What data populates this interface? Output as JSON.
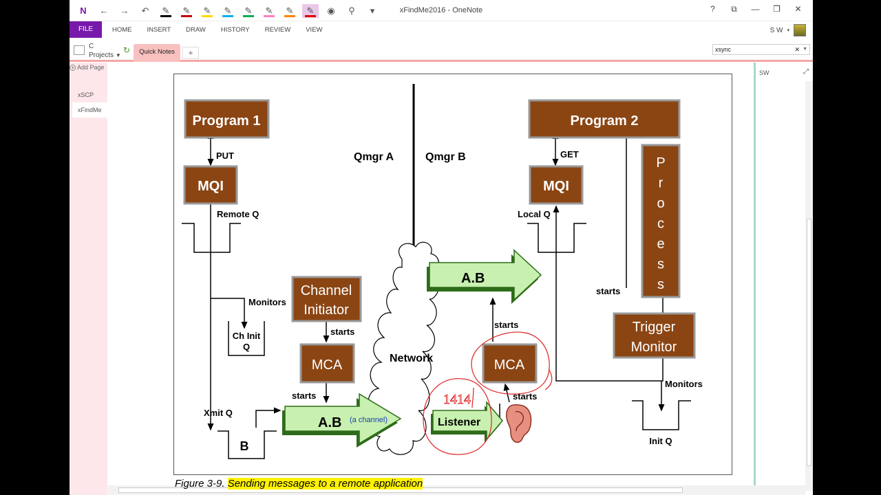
{
  "window": {
    "title": "xFindMe2016 - OneNote",
    "controls": [
      "?",
      "⧉",
      "—",
      "❐",
      "✕"
    ]
  },
  "qat": {
    "pen_colors": [
      "#000000",
      "#c00000",
      "#ffd800",
      "#00b0f0",
      "#00b050",
      "#ff7fbf",
      "#ff8000",
      "#e00000"
    ]
  },
  "ribbon": {
    "file": "FILE",
    "tabs": [
      "HOME",
      "INSERT",
      "DRAW",
      "HISTORY",
      "REVIEW",
      "VIEW"
    ],
    "user": "S W",
    "accent": "#7719aa"
  },
  "notebook": {
    "name": "C",
    "sub": "Projects",
    "section": "Quick Notes",
    "add_tab": "+",
    "search_value": "xsync"
  },
  "pages": {
    "add": "Add Page",
    "items": [
      "xSCP",
      "xFindMe"
    ],
    "selected": 1
  },
  "side_panel": {
    "label": "SW"
  },
  "diagram": {
    "program1": "Program 1",
    "program2": "Program 2",
    "put": "PUT",
    "get": "GET",
    "mqi": "MQI",
    "qmgr_a": "Qmgr A",
    "qmgr_b": "Qmgr B",
    "remote_q": "Remote Q",
    "local_q": "Local Q",
    "monitors": "Monitors",
    "ch_init_1": "Ch Init",
    "ch_init_2": "Q",
    "channel_initiator_1": "Channel",
    "channel_initiator_2": "Initiator",
    "starts": "starts",
    "mca": "MCA",
    "network": "Network",
    "ab": "A.B",
    "a_channel": "(a channel)",
    "xmit_q": "Xmit Q",
    "b": "B",
    "listener": "Listener",
    "process_letters": [
      "P",
      "r",
      "o",
      "c",
      "e",
      "s",
      "s"
    ],
    "trigger_1": "Trigger",
    "trigger_2": "Monitor",
    "init_q": "Init Q",
    "annotation": "1414",
    "box_color": "#8b4513",
    "arrow_color": "#c8f0b0",
    "ink_color": "#e03030"
  },
  "caption": {
    "prefix": "Figure 3-9.  ",
    "highlight": "Sending messages to a remote application"
  }
}
